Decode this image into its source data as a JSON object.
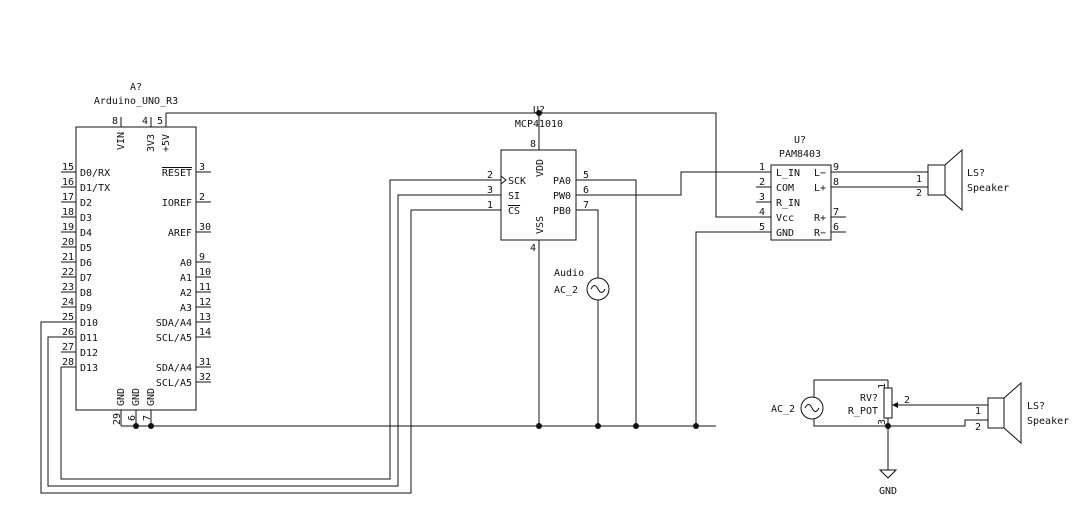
{
  "arduino": {
    "ref": "A?",
    "value": "Arduino_UNO_R3",
    "top_pins": [
      {
        "num": "8",
        "name": "VIN"
      },
      {
        "num": "4",
        "name": "3V3"
      },
      {
        "num": "5",
        "name": "+5V"
      }
    ],
    "left_pins": [
      {
        "num": "15",
        "name": "D0/RX"
      },
      {
        "num": "16",
        "name": "D1/TX"
      },
      {
        "num": "17",
        "name": "D2"
      },
      {
        "num": "18",
        "name": "D3"
      },
      {
        "num": "19",
        "name": "D4"
      },
      {
        "num": "20",
        "name": "D5"
      },
      {
        "num": "21",
        "name": "D6"
      },
      {
        "num": "22",
        "name": "D7"
      },
      {
        "num": "23",
        "name": "D8"
      },
      {
        "num": "24",
        "name": "D9"
      },
      {
        "num": "25",
        "name": "D10"
      },
      {
        "num": "26",
        "name": "D11"
      },
      {
        "num": "27",
        "name": "D12"
      },
      {
        "num": "28",
        "name": "D13"
      }
    ],
    "right_pins": [
      {
        "num": "3",
        "name": "RESET"
      },
      {
        "num": "2",
        "name": "IOREF"
      },
      {
        "num": "30",
        "name": "AREF"
      },
      {
        "num": "9",
        "name": "A0"
      },
      {
        "num": "10",
        "name": "A1"
      },
      {
        "num": "11",
        "name": "A2"
      },
      {
        "num": "12",
        "name": "A3"
      },
      {
        "num": "13",
        "name": "SDA/A4"
      },
      {
        "num": "14",
        "name": "SCL/A5"
      },
      {
        "num": "31",
        "name": "SDA/A4"
      },
      {
        "num": "32",
        "name": "SCL/A5"
      }
    ],
    "bottom_pins": [
      {
        "num": "29",
        "name": "GND"
      },
      {
        "num": "6",
        "name": "GND"
      },
      {
        "num": "7",
        "name": "GND"
      }
    ]
  },
  "mcp": {
    "ref": "U?",
    "value": "MCP41010",
    "left_pins": [
      {
        "num": "2",
        "name": "SCK"
      },
      {
        "num": "3",
        "name": "SI"
      },
      {
        "num": "1",
        "name": "CS"
      }
    ],
    "right_pins": [
      {
        "num": "5",
        "name": "PA0"
      },
      {
        "num": "6",
        "name": "PW0"
      },
      {
        "num": "7",
        "name": "PB0"
      }
    ],
    "top_pin": {
      "num": "8",
      "name": "VDD"
    },
    "bottom_pin": {
      "num": "4",
      "name": "VSS"
    }
  },
  "audio_source": {
    "ref": "Audio",
    "value": "AC_2"
  },
  "pam": {
    "ref": "U?",
    "value": "PAM8403",
    "left_pins": [
      {
        "num": "1",
        "name": "L_IN"
      },
      {
        "num": "2",
        "name": "COM"
      },
      {
        "num": "3",
        "name": "R_IN"
      },
      {
        "num": "4",
        "name": "Vcc"
      },
      {
        "num": "5",
        "name": "GND"
      }
    ],
    "right_pins": [
      {
        "num": "9",
        "name": "L−"
      },
      {
        "num": "8",
        "name": "L+"
      },
      {
        "num": "7",
        "name": "R+"
      },
      {
        "num": "6",
        "name": "R−"
      }
    ]
  },
  "speaker1": {
    "ref": "LS?",
    "value": "Speaker",
    "pins": [
      "1",
      "2"
    ]
  },
  "pot": {
    "ref": "RV?",
    "value": "R_POT",
    "pins": [
      "1",
      "2",
      "3"
    ]
  },
  "ac2": {
    "value": "AC_2"
  },
  "speaker2": {
    "ref": "LS?",
    "value": "Speaker",
    "pins": [
      "1",
      "2"
    ]
  },
  "gnd": {
    "label": "GND"
  },
  "colors": {
    "ink": "#111111",
    "background": "#ffffff"
  }
}
